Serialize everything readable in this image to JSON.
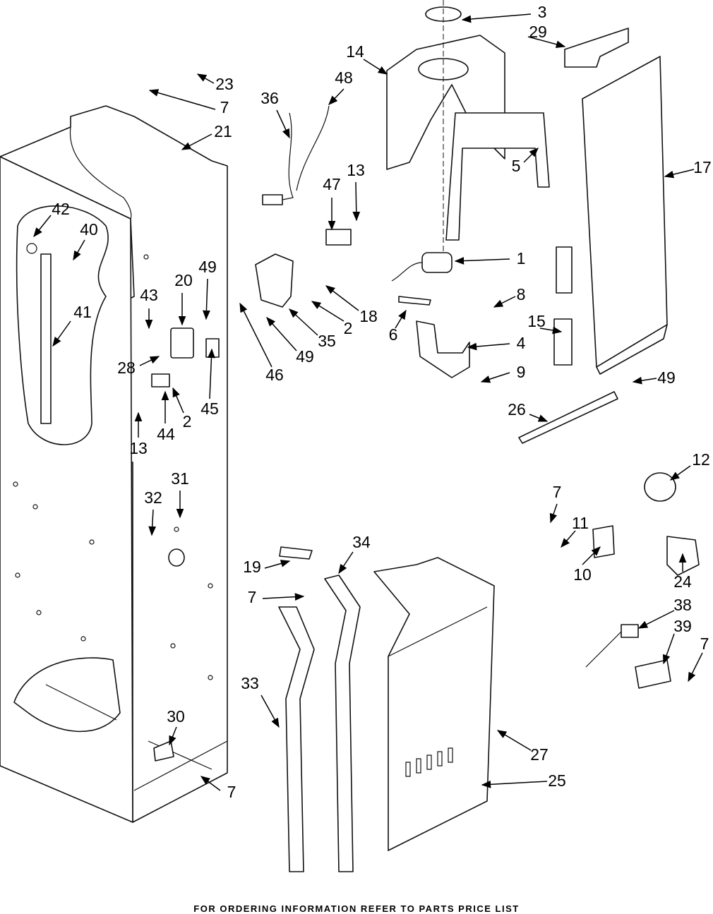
{
  "diagram_type": "exploded parts diagram",
  "callouts": [
    "3",
    "29",
    "14",
    "23",
    "7",
    "36",
    "48",
    "21",
    "13",
    "47",
    "5",
    "17",
    "42",
    "40",
    "1",
    "20",
    "49",
    "43",
    "41",
    "8",
    "18",
    "2",
    "15",
    "6",
    "35",
    "4",
    "49",
    "46",
    "28",
    "9",
    "49",
    "45",
    "2",
    "13",
    "44",
    "26",
    "12",
    "31",
    "32",
    "7",
    "11",
    "34",
    "10",
    "24",
    "19",
    "7",
    "38",
    "39",
    "7",
    "33",
    "30",
    "27",
    "25",
    "7"
  ],
  "footer": "FOR ORDERING INFORMATION REFER TO PARTS PRICE LIST"
}
